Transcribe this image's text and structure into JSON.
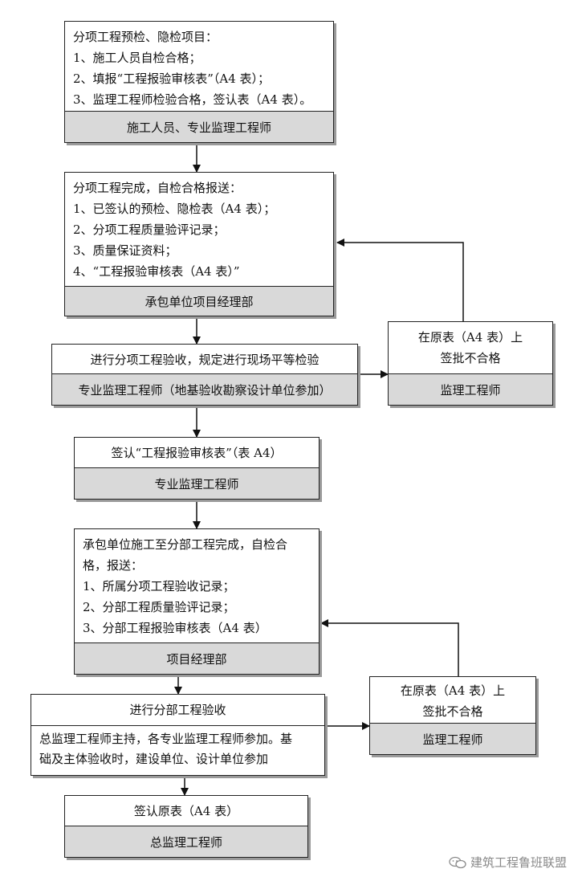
{
  "box1": {
    "lines": [
      "分项工程预检、隐检项目：",
      "1、施工人员自检合格；",
      "2、填报“工程报验审核表”（A4 表）；",
      "3、监理工程师检验合格，签认表（A4 表）。"
    ],
    "footer": "施工人员、专业监理工程师"
  },
  "box2": {
    "lines": [
      "分项工程完成，自检合格报送：",
      "1、已签认的预检、隐检表（A4 表）；",
      "2、分项工程质量验评记录；",
      "3、质量保证资料；",
      "4、“工程报验审核表（A4 表）”"
    ],
    "footer": "承包单位项目经理部"
  },
  "box3": {
    "line": "进行分项工程验收，规定进行现场平等检验",
    "footer": "专业监理工程师（地基验收勘察设计单位参加）"
  },
  "reject1": {
    "lines": [
      "在原表（A4 表）上",
      "签批不合格"
    ],
    "footer": "监理工程师"
  },
  "box4": {
    "line": "签认“工程报验审核表”（表 A4）",
    "footer": "专业监理工程师"
  },
  "box5": {
    "lines": [
      "承包单位施工至分部工程完成，自检合",
      "格，报送：",
      "1、所属分项工程验收记录；",
      "2、分部工程质量验评记录；",
      "3、分部工程报验审核表（A4 表）"
    ],
    "footer": "项目经理部"
  },
  "box6": {
    "title": "进行分部工程验收",
    "lines": [
      "总监理工程师主持，各专业监理工程师参加。基",
      "础及主体验收时，建设单位、设计单位参加"
    ]
  },
  "reject2": {
    "lines": [
      "在原表（A4 表）上",
      "签批不合格"
    ],
    "footer": "监理工程师"
  },
  "box7": {
    "line": "签认原表（A4 表）",
    "footer": "总监理工程师"
  },
  "watermark": "建筑工程鲁班联盟"
}
